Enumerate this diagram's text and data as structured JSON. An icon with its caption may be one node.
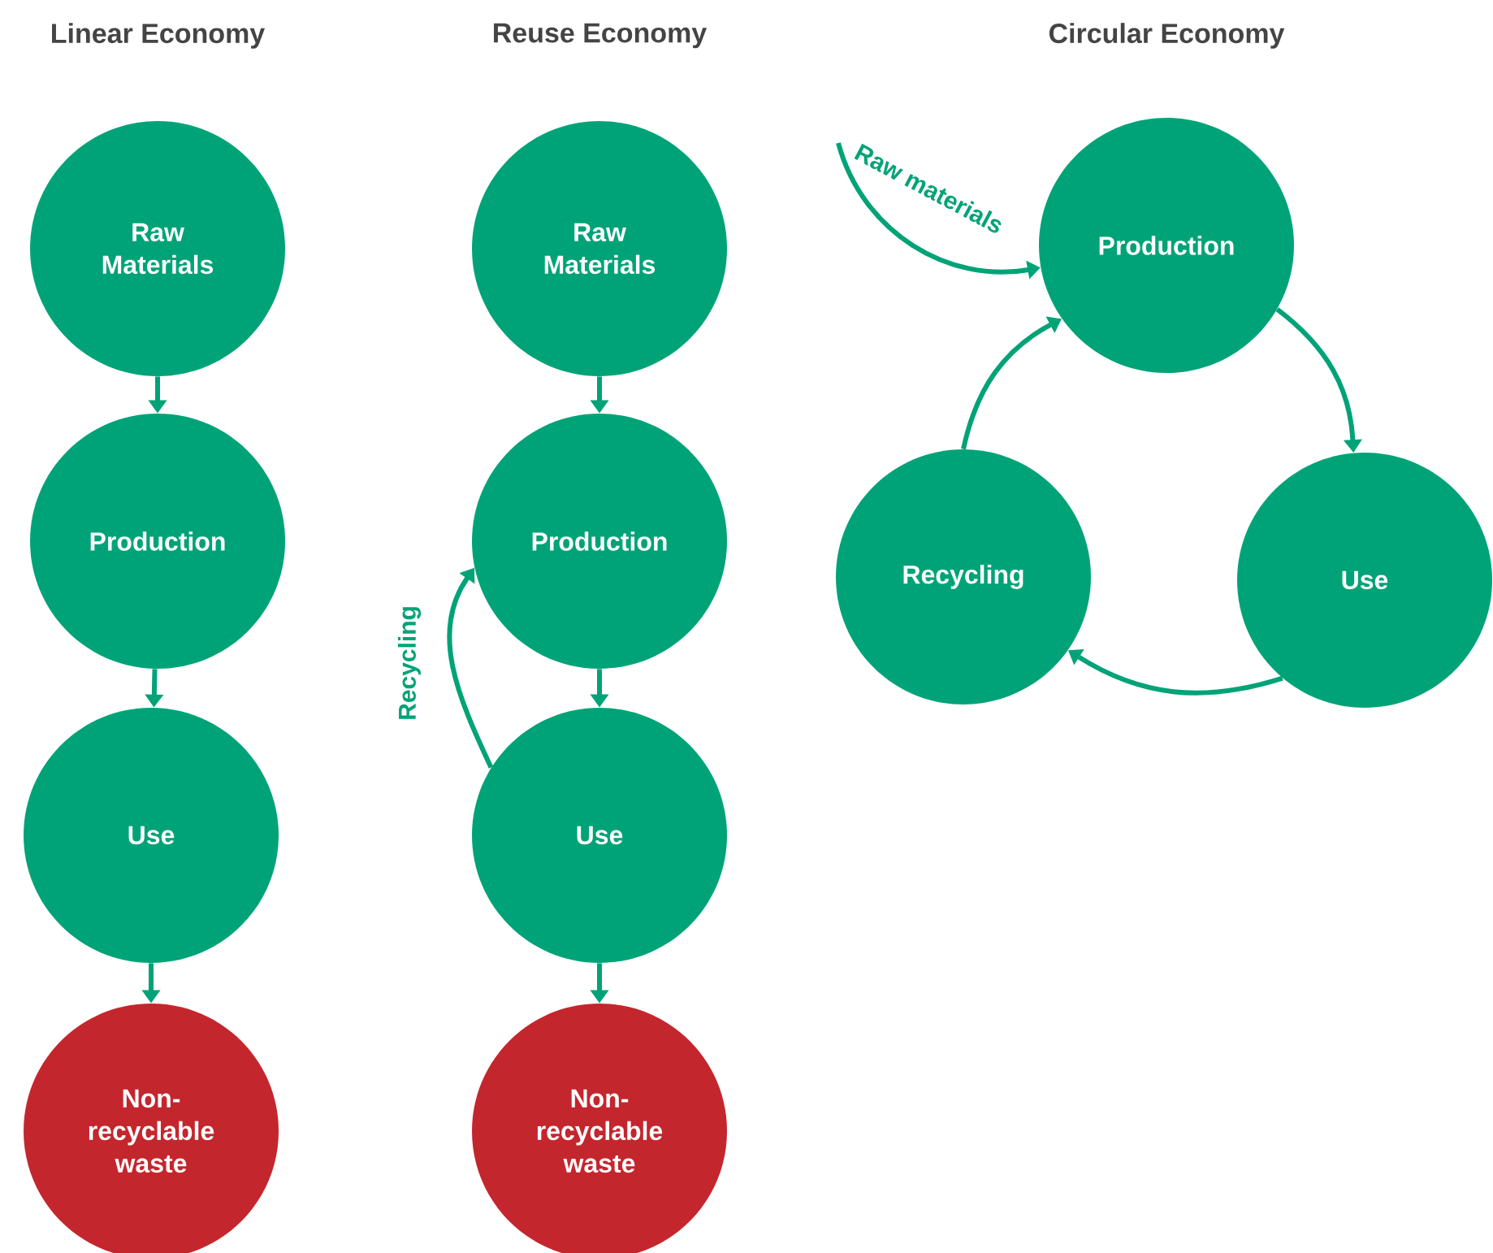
{
  "diagram": {
    "nodes": [
      {
        "text": [
          "Raw Materials"
        ]
      },
      {
        "text": [
          "Production"
        ]
      },
      {
        "text": [
          "Use"
        ]
      },
      {
        "text": [
          "Non-recyclable waste"
        ]
      },
      {
        "text": [
          "Raw Materials"
        ]
      },
      {
        "text": [
          "Production"
        ]
      },
      {
        "text": [
          "Use"
        ]
      },
      {
        "text": [
          "Non-recyclable waste"
        ]
      },
      {
        "text": [
          "Production"
        ]
      },
      {
        "text": [
          "Use"
        ]
      },
      {
        "text": [
          "Recycling"
        ]
      }
    ],
    "edges": [
      {
        "from": 0,
        "to": 1,
        "arrow": "to"
      },
      {
        "from": 1,
        "to": 2,
        "arrow": "to"
      },
      {
        "from": 2,
        "to": 3,
        "arrow": "to"
      },
      {
        "from": 4,
        "to": 5,
        "arrow": "to"
      },
      {
        "from": 5,
        "to": 6,
        "arrow": "to"
      },
      {
        "from": 6,
        "to": 7,
        "arrow": "to"
      },
      {
        "from": 6,
        "to": 5,
        "arrow": "to",
        "label": "Recycling"
      },
      {
        "from": null,
        "to": 8,
        "arrow": "to",
        "label": "Raw materials"
      },
      {
        "from": 8,
        "to": 9,
        "arrow": "to"
      },
      {
        "from": 9,
        "to": 10,
        "arrow": "to"
      },
      {
        "from": 10,
        "to": 8,
        "arrow": "to"
      }
    ],
    "labels": [
      "Linear Economy",
      "Reuse Economy",
      "Circular Economy"
    ]
  }
}
